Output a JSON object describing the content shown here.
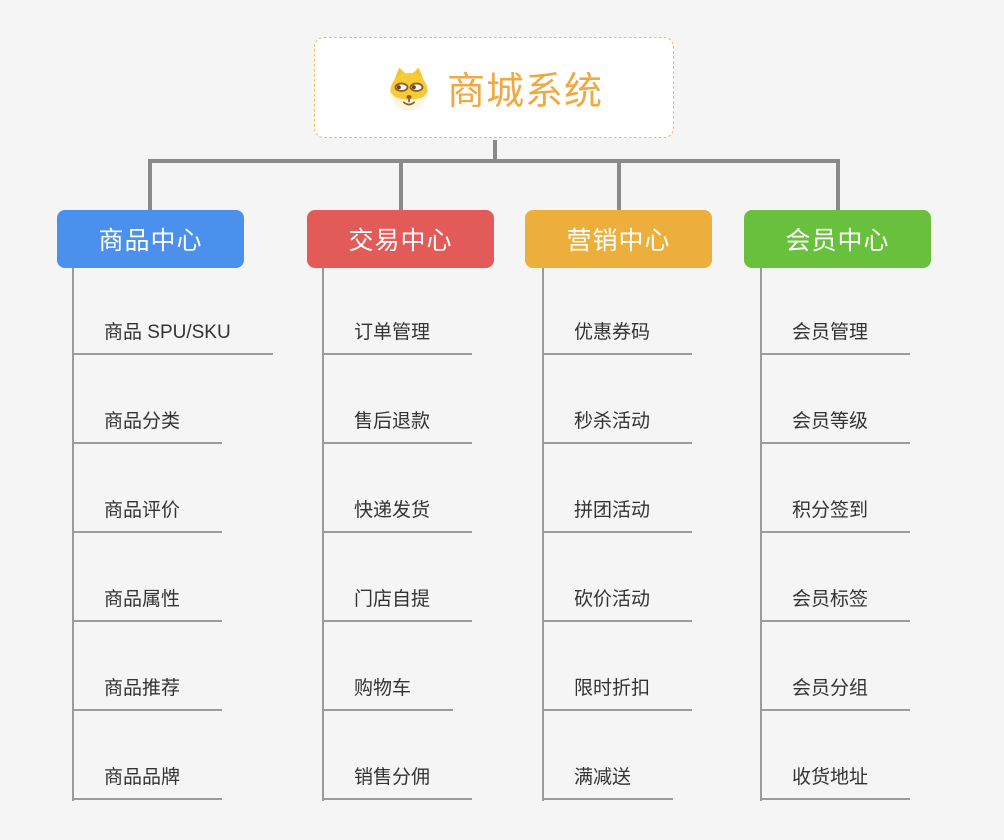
{
  "root": {
    "label": "商城系统",
    "icon": "shiba-dog-face",
    "text_color": "#EFA942",
    "border_color": "#F2BE62"
  },
  "branches": [
    {
      "label": "商品中心",
      "color": "#4B90EC",
      "children": [
        "商品 SPU/SKU",
        "商品分类",
        "商品评价",
        "商品属性",
        "商品推荐",
        "商品品牌"
      ]
    },
    {
      "label": "交易中心",
      "color": "#E25B58",
      "children": [
        "订单管理",
        "售后退款",
        "快递发货",
        "门店自提",
        "购物车",
        "销售分佣"
      ]
    },
    {
      "label": "营销中心",
      "color": "#ECAF3B",
      "children": [
        "优惠券码",
        "秒杀活动",
        "拼团活动",
        "砍价活动",
        "限时折扣",
        "满减送"
      ]
    },
    {
      "label": "会员中心",
      "color": "#68C03C",
      "children": [
        "会员管理",
        "会员等级",
        "积分签到",
        "会员标签",
        "会员分组",
        "收货地址"
      ]
    }
  ],
  "connector_color": "#8A8A8A",
  "leaf_line_color": "#9B9B9B"
}
